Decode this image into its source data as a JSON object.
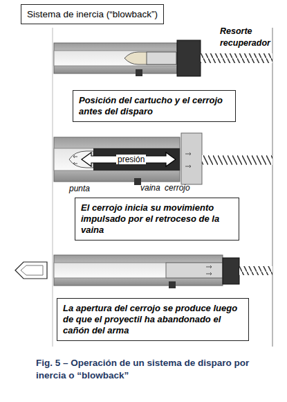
{
  "diagram": {
    "title": "Sistema de inercia (“blowback”)",
    "caption": "Fig. 5 – Operación de un sistema de disparo por inercia o “blowback”",
    "nodes": [
      {
        "text": [
          "Posición del cartucho y el cerrojo antes del disparo"
        ]
      },
      {
        "text": [
          "El cerrojo inicia su movimiento impulsado por el retroceso de la vaina"
        ]
      },
      {
        "text": [
          "La apertura del cerrojo se produce luego de que el proyectil ha abandonado el cañón del arma"
        ]
      }
    ],
    "labels": [
      "Resorte recuperador",
      "presión",
      "punta",
      "vaina",
      "cerrojo"
    ]
  }
}
